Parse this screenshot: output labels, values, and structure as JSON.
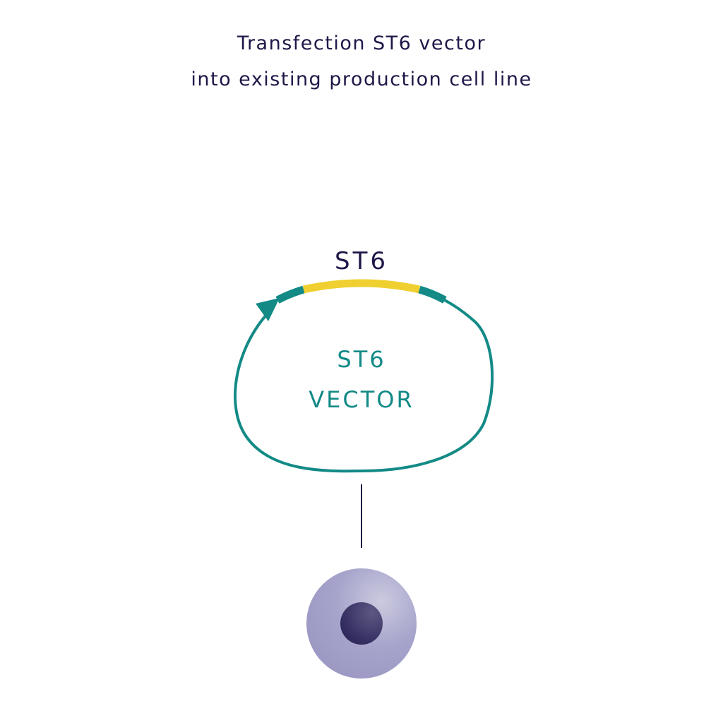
{
  "title": {
    "line1": "Transfection  ST6 vector",
    "line2": "into existing production cell line"
  },
  "vector": {
    "gene_label": "ST6",
    "name_line1": "ST6",
    "name_line2": "VECTOR",
    "colors": {
      "backbone": "#138a86",
      "gene": "#f0d030",
      "text": "#1e1848"
    }
  },
  "cell": {
    "membrane_color": "#a09ec8",
    "nucleus_color": "#2e2858"
  }
}
